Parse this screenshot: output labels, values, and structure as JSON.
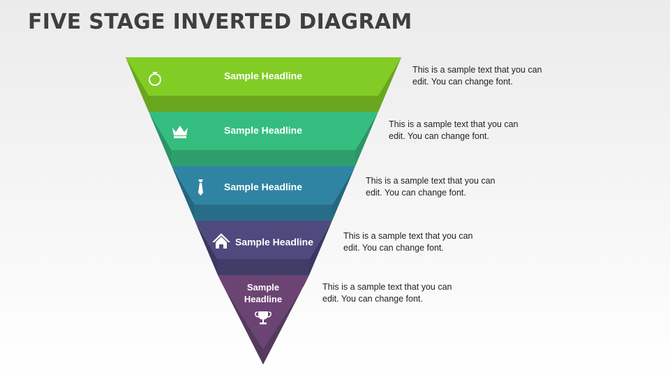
{
  "title": "FIVE STAGE INVERTED DIAGRAM",
  "stages": [
    {
      "headline": "Sample Headline",
      "text": "This is a sample text that you can edit. You can change font.",
      "icon": "ring-icon",
      "color": "#82cc26"
    },
    {
      "headline": "Sample Headline",
      "text": "This is a sample text that you can edit. You can change font.",
      "icon": "crown-icon",
      "color": "#35bd80"
    },
    {
      "headline": "Sample Headline",
      "text": "This is a sample text that you can edit. You can change font.",
      "icon": "tie-icon",
      "color": "#2f84a3"
    },
    {
      "headline": "Sample Headline",
      "text": "This is a sample text that you can edit. You can change font.",
      "icon": "house-icon",
      "color": "#4e4a7d"
    },
    {
      "headline": "Sample Headline",
      "text": "This is a sample text that you can edit. You can change font.",
      "icon": "trophy-icon",
      "color": "#6b4474"
    }
  ]
}
